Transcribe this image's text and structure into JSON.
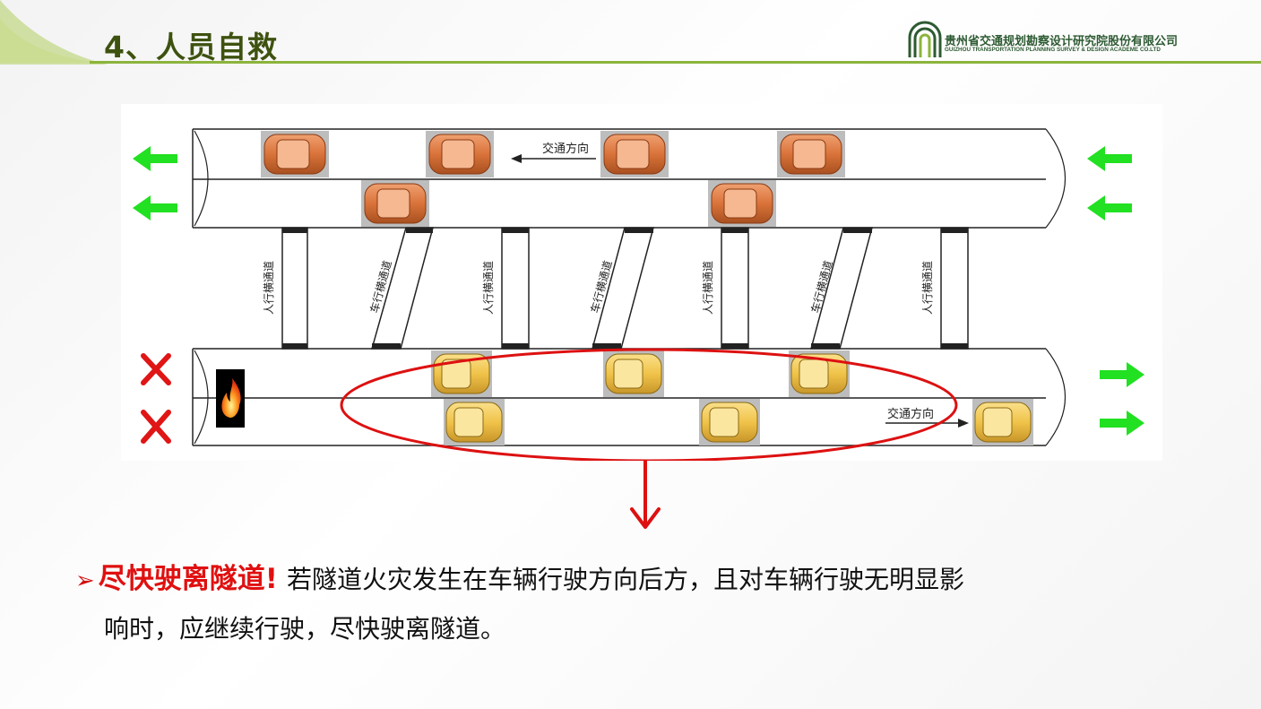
{
  "header": {
    "title": "4、人员自救",
    "logo": {
      "name_cn": "贵州省交通规划勘察设计研究院股份有限公司",
      "name_en": "GUIZHOU TRANSPORTATION PLANNING SURVEY & DESIGN ACADEME CO.LTD",
      "accent_color": "#2d5a32"
    },
    "rule_color": "#8cb43c"
  },
  "diagram": {
    "traffic_direction_label": "交通方向",
    "pedestrian_passage_label": "人行横通道",
    "vehicle_passage_label": "车行横通道",
    "upper_tube": {
      "car_color": "#d9733a",
      "exit_arrow_color": "#22e022"
    },
    "lower_tube": {
      "car_color": "#f0c34a",
      "blocked_mark_color": "#e01515",
      "exit_arrow_color": "#22e022",
      "fire_icon": "fire-icon"
    },
    "highlight_color": "#dd1111",
    "passages": [
      "人行横通道",
      "车行横通道",
      "人行横通道",
      "车行横通道",
      "人行横通道",
      "车行横通道",
      "人行横通道"
    ]
  },
  "body": {
    "bullet": "➢",
    "emphasis": "尽快驶离隧道!",
    "line1": "若隧道火灾发生在车辆行驶方向后方，且对车辆行驶无明显影",
    "line2": "响时，应继续行驶，尽快驶离隧道。"
  }
}
